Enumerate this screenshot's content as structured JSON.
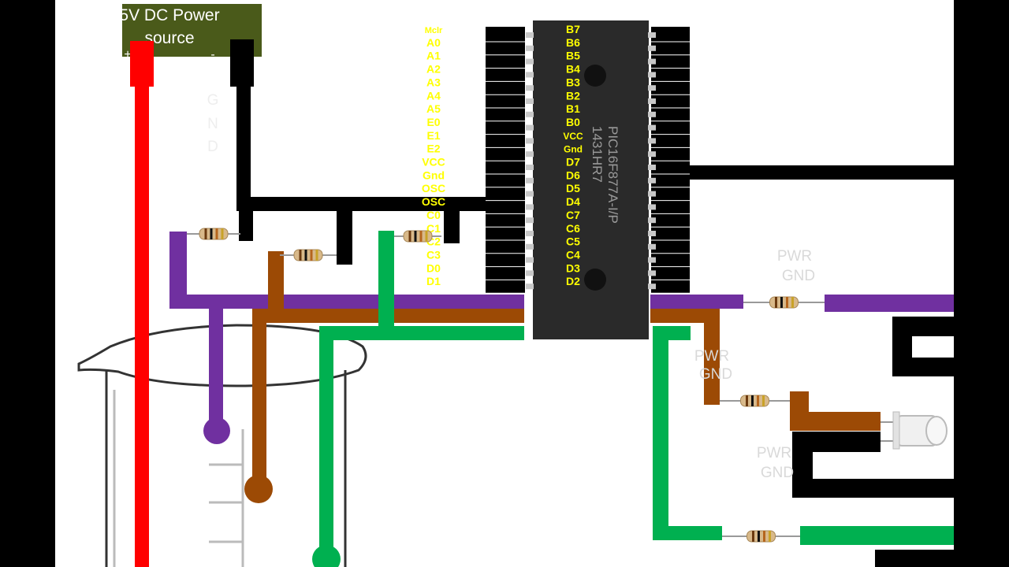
{
  "power_source": {
    "label_line1": "5V DC Power",
    "label_line2": "source",
    "plus": "+",
    "minus": "-"
  },
  "gnd_label": [
    "G",
    "N",
    "D"
  ],
  "chip": {
    "part_line1": "PIC16F877A-I/P",
    "part_line2": "1431HR7",
    "left_pins": [
      "Mclr",
      "A0",
      "A1",
      "A2",
      "A3",
      "A4",
      "A5",
      "E0",
      "E1",
      "E2",
      "VCC",
      "Gnd",
      "OSC",
      "OSC",
      "C0",
      "C1",
      "C2",
      "C3",
      "D0",
      "D1"
    ],
    "right_pins": [
      "B7",
      "B6",
      "B5",
      "B4",
      "B3",
      "B2",
      "B1",
      "B0",
      "VCC",
      "Gnd",
      "D7",
      "D6",
      "D5",
      "D4",
      "C7",
      "C6",
      "C5",
      "C4",
      "D3",
      "D2"
    ]
  },
  "side_labels": {
    "pwr_gnd_1": {
      "line1": "PWR",
      "line2": "GND"
    },
    "pwr_gnd_2": {
      "line1": "PWR",
      "line2": "GND"
    },
    "pwr_gnd_3": {
      "line1": "PWR",
      "line2": "GND"
    }
  },
  "colors": {
    "red_wire": "#ff0000",
    "black_wire": "#000000",
    "purple_wire": "#7030a0",
    "brown_wire": "#9c4a05",
    "green_wire": "#00b050",
    "pin_label": "#ffff00",
    "power_box": "#4a5a1a"
  }
}
